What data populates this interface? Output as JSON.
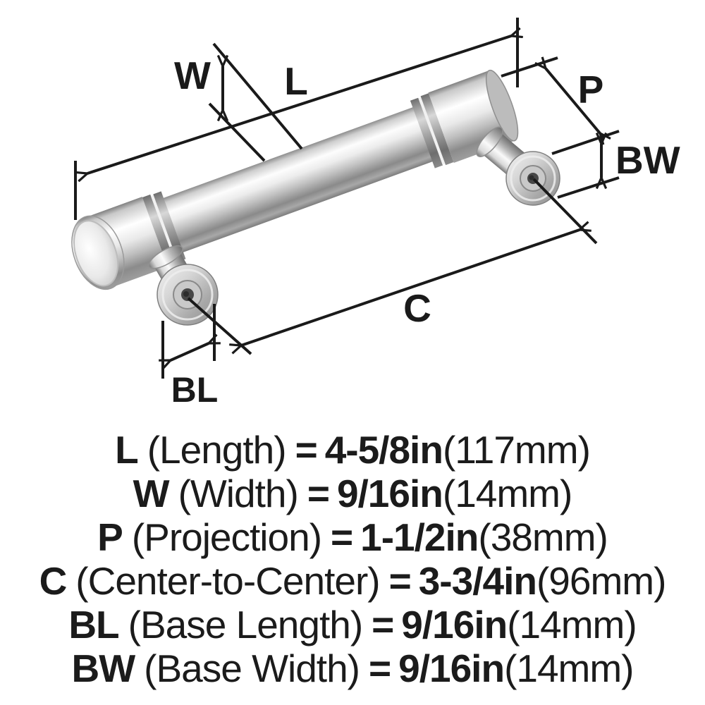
{
  "title": "Cabinet pull dimension diagram",
  "diagram": {
    "labels": {
      "length": "L",
      "width": "W",
      "projection": "P",
      "base_width": "BW",
      "center_to_center": "C",
      "base_length": "BL"
    }
  },
  "specs": {
    "rows": [
      {
        "symbol": "L",
        "name": "(Length)",
        "eq": "=",
        "value": "4-5/8in",
        "metric": "(117mm)"
      },
      {
        "symbol": "W",
        "name": "(Width)",
        "eq": "=",
        "value": "9/16in",
        "metric": "(14mm)"
      },
      {
        "symbol": "P",
        "name": "(Projection)",
        "eq": "=",
        "value": "1-1/2in",
        "metric": "(38mm)"
      },
      {
        "symbol": "C",
        "name": "(Center-to-Center)",
        "eq": "=",
        "value": "3-3/4in",
        "metric": "(96mm)"
      },
      {
        "symbol": "BL",
        "name": "(Base Length)",
        "eq": "=",
        "value": "9/16in",
        "metric": "(14mm)"
      },
      {
        "symbol": "BW",
        "name": "(Base Width)",
        "eq": "=",
        "value": "9/16in",
        "metric": "(14mm)"
      }
    ]
  },
  "colors": {
    "background": "#ffffff",
    "ink": "#1a1a1a",
    "metal_highlight": "#fdfdfd",
    "metal_mid": "#c0c0c0",
    "metal_dark": "#8a8a8a"
  }
}
